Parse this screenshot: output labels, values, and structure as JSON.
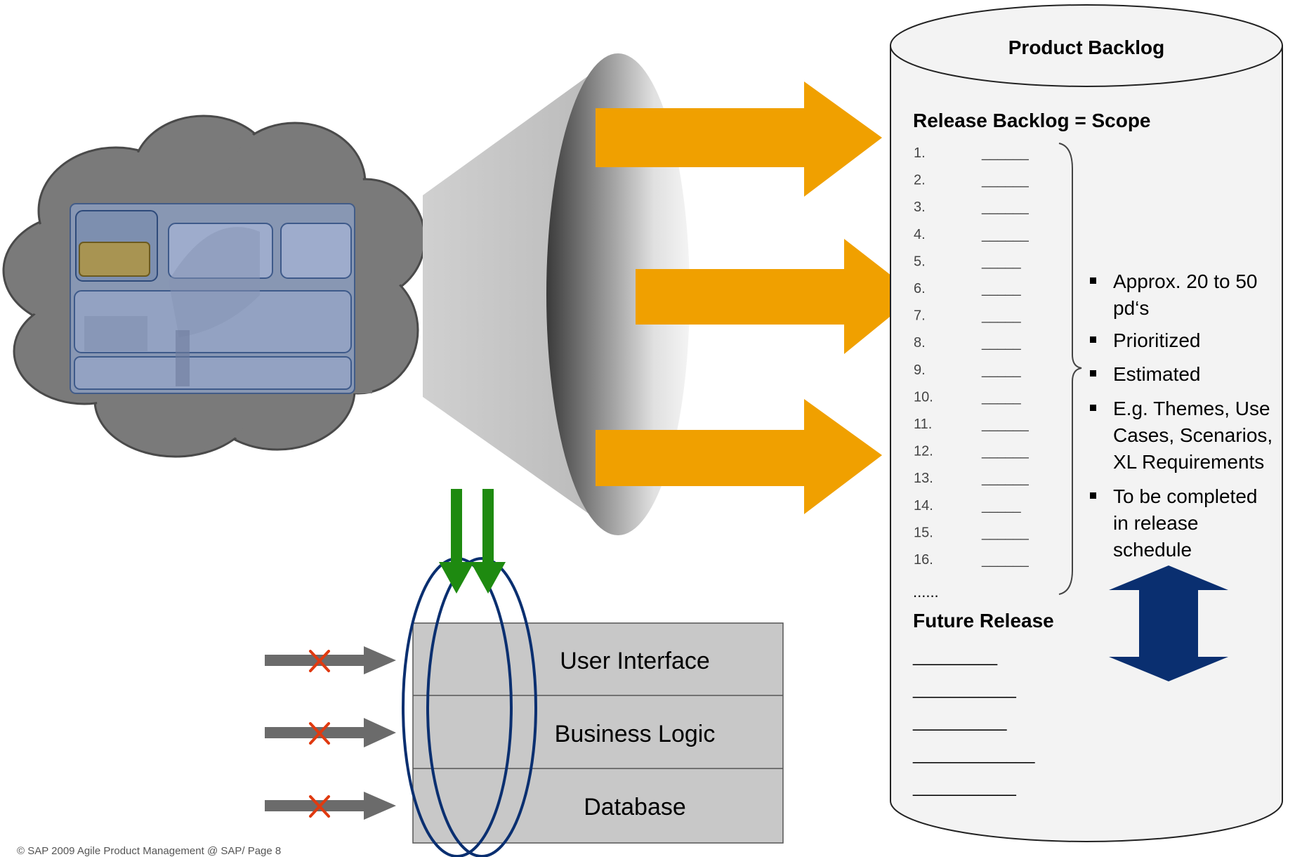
{
  "backlog": {
    "title": "Product Backlog",
    "release_heading": "Release Backlog = Scope",
    "items": [
      "1.",
      "2.",
      "3.",
      "4.",
      "5.",
      "6.",
      "7.",
      "8.",
      "9.",
      "10.",
      "11.",
      "12.",
      "13.",
      "14.",
      "15.",
      "16."
    ],
    "blank_long": "______",
    "blank_short": "_____",
    "ellipsis": "......",
    "future_heading": "Future Release",
    "future_lines": [
      "_________",
      "___________",
      "__________",
      "_____________",
      "___________"
    ]
  },
  "bullets": [
    [
      "Approx. 20 to 50",
      "pd‘s"
    ],
    [
      "Prioritized"
    ],
    [
      "Estimated"
    ],
    [
      "E.g. Themes, Use",
      "Cases, Scenarios,",
      "XL Requirements"
    ],
    [
      "To be completed",
      "in release",
      "schedule"
    ]
  ],
  "layers": {
    "ui": "User Interface",
    "logic": "Business Logic",
    "db": "Database"
  },
  "footer": "© SAP 2009 Agile Product Management @ SAP/ Page 8",
  "colors": {
    "orange": "#F0A000",
    "green": "#1E8A10",
    "navy": "#0A2F70",
    "red": "#E03A10",
    "gray_arrow": "#6B6B6B",
    "cloud": "#7A7A7A",
    "layer_fill": "#C8C8C8",
    "cylinder_fill": "#F3F3F3"
  }
}
